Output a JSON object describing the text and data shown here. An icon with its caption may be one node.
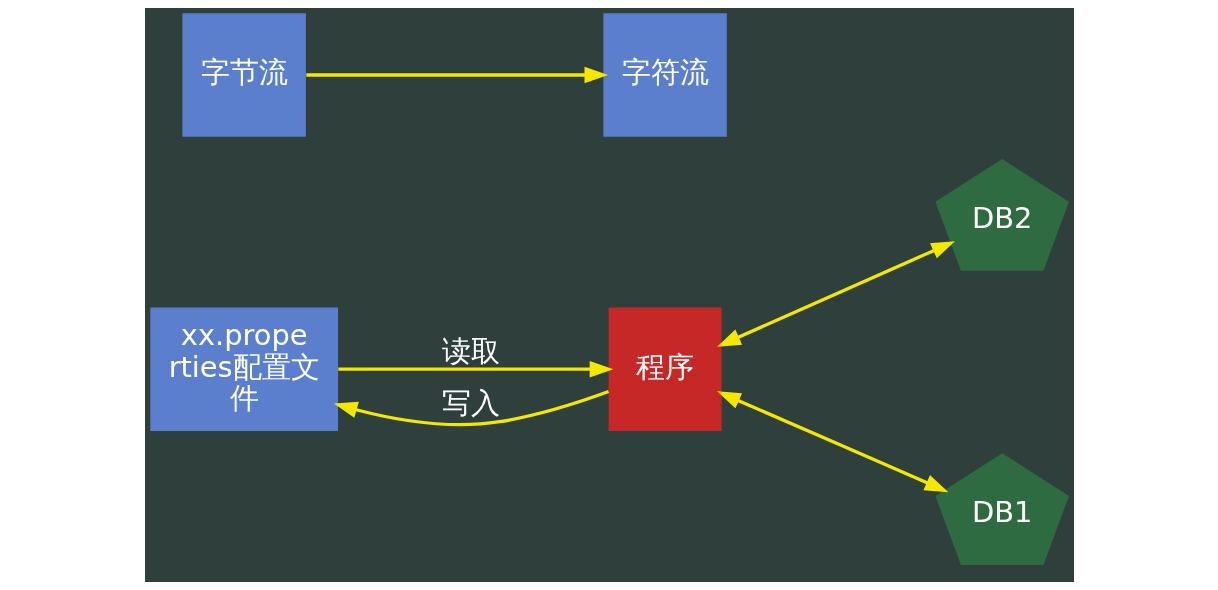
{
  "diagram": {
    "nodes": [
      {
        "text": [
          "字节流"
        ]
      },
      {
        "text": [
          "字符流"
        ]
      },
      {
        "text": [
          "DB2"
        ]
      },
      {
        "text": [
          "xx.properties配置文件"
        ]
      },
      {
        "text": [
          "程序"
        ]
      },
      {
        "text": [
          "DB1"
        ]
      }
    ],
    "edges": [
      {
        "from": 0,
        "to": 1,
        "arrow": "to"
      },
      {
        "from": 4,
        "to": 2,
        "arrow": "both"
      },
      {
        "from": 3,
        "to": 4,
        "arrow": "to",
        "label": "读取"
      },
      {
        "from": 4,
        "to": 3,
        "arrow": "to",
        "label": "写入"
      },
      {
        "from": 4,
        "to": 5,
        "arrow": "both"
      }
    ]
  }
}
